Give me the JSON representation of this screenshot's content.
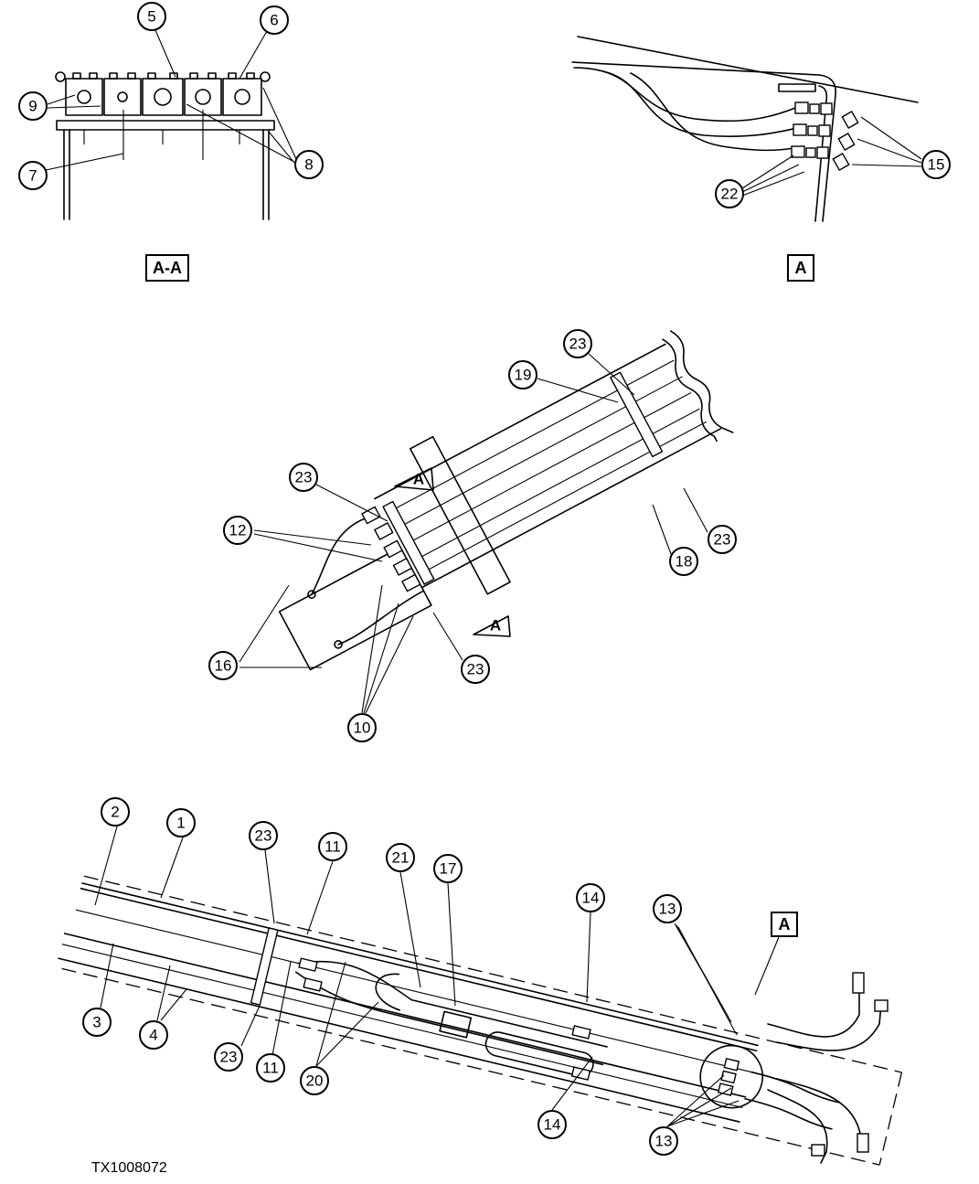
{
  "figure_id": "TX1008072",
  "view_labels": {
    "section_aa": "A-A",
    "detail_a": "A",
    "detail_a_bottom": "A",
    "arrow_top": "A",
    "arrow_bottom": "A"
  },
  "callouts": {
    "c5": "5",
    "c6": "6",
    "c9": "9",
    "c8": "8",
    "c7": "7",
    "c15": "15",
    "c22": "22",
    "c23a": "23",
    "c19": "19",
    "c23b": "23",
    "c12": "12",
    "c23c": "23",
    "c18": "18",
    "c16": "16",
    "c23d": "23",
    "c10": "10",
    "c2": "2",
    "c1": "1",
    "c23e": "23",
    "c11a": "11",
    "c21": "21",
    "c17": "17",
    "c14a": "14",
    "c13a": "13",
    "c3": "3",
    "c4": "4",
    "c23f": "23",
    "c11b": "11",
    "c20": "20",
    "c14b": "14",
    "c13b": "13"
  }
}
